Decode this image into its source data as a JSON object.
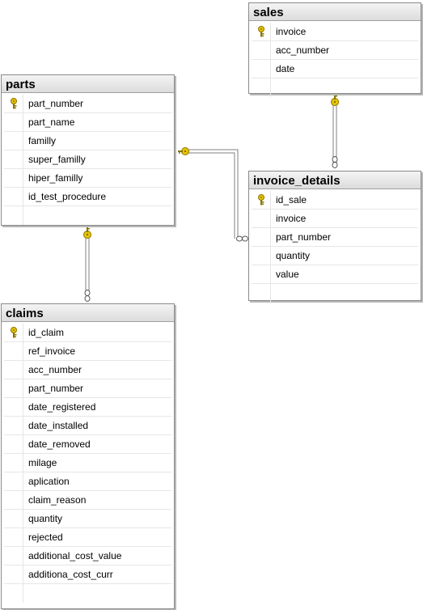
{
  "tables": {
    "sales": {
      "title": "sales",
      "columns": [
        {
          "name": "invoice",
          "pk": true
        },
        {
          "name": "acc_number",
          "pk": false
        },
        {
          "name": "date",
          "pk": false
        }
      ]
    },
    "parts": {
      "title": "parts",
      "columns": [
        {
          "name": "part_number",
          "pk": true
        },
        {
          "name": "part_name",
          "pk": false
        },
        {
          "name": "familly",
          "pk": false
        },
        {
          "name": "super_familly",
          "pk": false
        },
        {
          "name": "hiper_familly",
          "pk": false
        },
        {
          "name": "id_test_procedure",
          "pk": false
        }
      ]
    },
    "invoice_details": {
      "title": "invoice_details",
      "columns": [
        {
          "name": "id_sale",
          "pk": true
        },
        {
          "name": "invoice",
          "pk": false
        },
        {
          "name": "part_number",
          "pk": false
        },
        {
          "name": "quantity",
          "pk": false
        },
        {
          "name": "value",
          "pk": false
        }
      ]
    },
    "claims": {
      "title": "claims",
      "columns": [
        {
          "name": "id_claim",
          "pk": true
        },
        {
          "name": "ref_invoice",
          "pk": false
        },
        {
          "name": "acc_number",
          "pk": false
        },
        {
          "name": "part_number",
          "pk": false
        },
        {
          "name": "date_registered",
          "pk": false
        },
        {
          "name": "date_installed",
          "pk": false
        },
        {
          "name": "date_removed",
          "pk": false
        },
        {
          "name": "milage",
          "pk": false
        },
        {
          "name": "aplication",
          "pk": false
        },
        {
          "name": "claim_reason",
          "pk": false
        },
        {
          "name": "quantity",
          "pk": false
        },
        {
          "name": "rejected",
          "pk": false
        },
        {
          "name": "additional_cost_value",
          "pk": false
        },
        {
          "name": "additiona_cost_curr",
          "pk": false
        }
      ]
    }
  },
  "colors": {
    "key_icon": "#e8c400",
    "connector": "#808080"
  },
  "icons": {
    "primary_key": "key-icon",
    "relationship_one": "key-icon",
    "relationship_many": "infinity-icon"
  }
}
